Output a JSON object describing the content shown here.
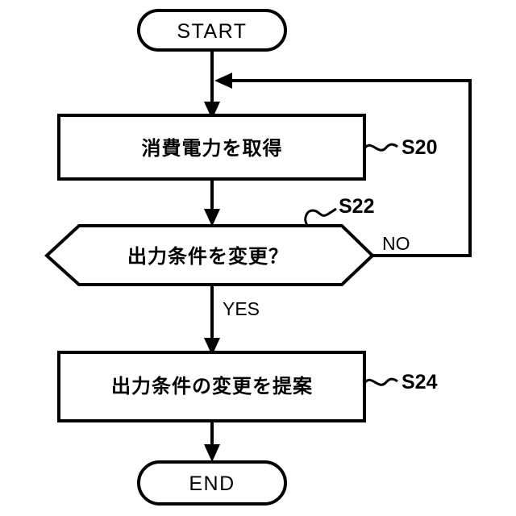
{
  "diagram": {
    "type": "flowchart",
    "orientation": "vertical",
    "language": "ja",
    "colors": {
      "background": "#ffffff",
      "stroke": "#000000",
      "fill": "#ffffff",
      "text": "#000000"
    },
    "nodes": [
      {
        "id": "start",
        "shape": "stadium",
        "label": "START",
        "step": ""
      },
      {
        "id": "s20",
        "shape": "rectangle",
        "label": "消費電力を取得",
        "step": "S20"
      },
      {
        "id": "s22",
        "shape": "hexagon",
        "label": "出力条件を変更？",
        "step": "S22"
      },
      {
        "id": "s24",
        "shape": "rectangle",
        "label": "出力条件の変更を提案",
        "step": "S24"
      },
      {
        "id": "end",
        "shape": "stadium",
        "label": "END",
        "step": ""
      }
    ],
    "edges": [
      {
        "id": "e-start-s20",
        "from": "start",
        "to": "s20",
        "label": ""
      },
      {
        "id": "e-s20-s22",
        "from": "s20",
        "to": "s22",
        "label": ""
      },
      {
        "id": "e-s22-s24",
        "from": "s22",
        "to": "s24",
        "label": "YES"
      },
      {
        "id": "e-s22-loop",
        "from": "s22",
        "to": "s20",
        "label": "NO"
      },
      {
        "id": "e-s24-end",
        "from": "s24",
        "to": "end",
        "label": ""
      }
    ],
    "branch_labels": {
      "yes": "YES",
      "no": "NO"
    },
    "step_labels": {
      "first": "S20",
      "decision": "S22",
      "second": "S24"
    }
  }
}
